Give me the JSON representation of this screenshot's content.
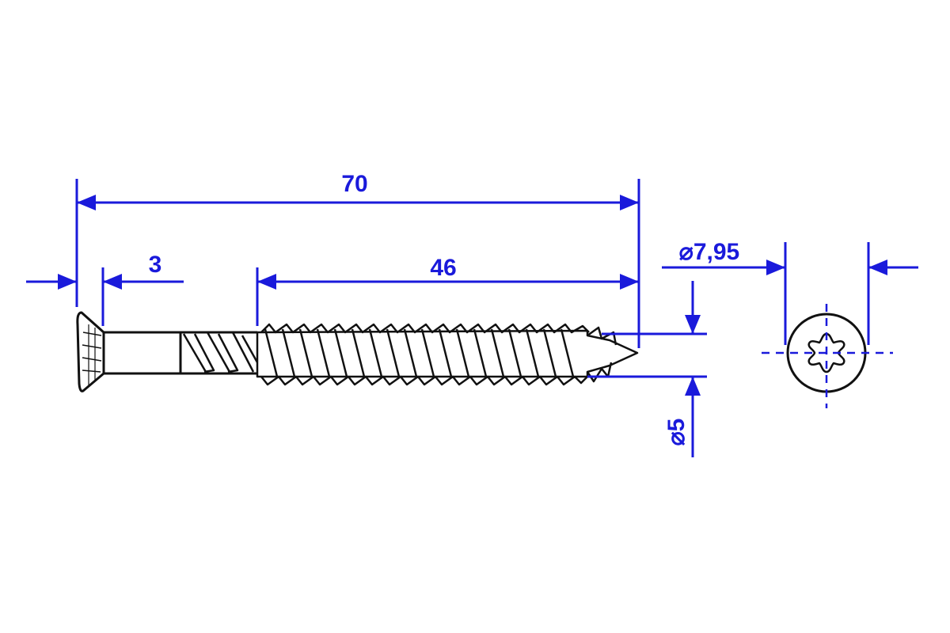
{
  "drawing": {
    "dimensions": {
      "overall_length": "70",
      "head_height": "3",
      "thread_length": "46",
      "head_diameter": "⌀7,95",
      "thread_diameter": "⌀5"
    },
    "colors": {
      "dimension": "#1a1adb",
      "outline": "#111111",
      "background": "#ffffff"
    },
    "head_drive": "torx-icon"
  }
}
